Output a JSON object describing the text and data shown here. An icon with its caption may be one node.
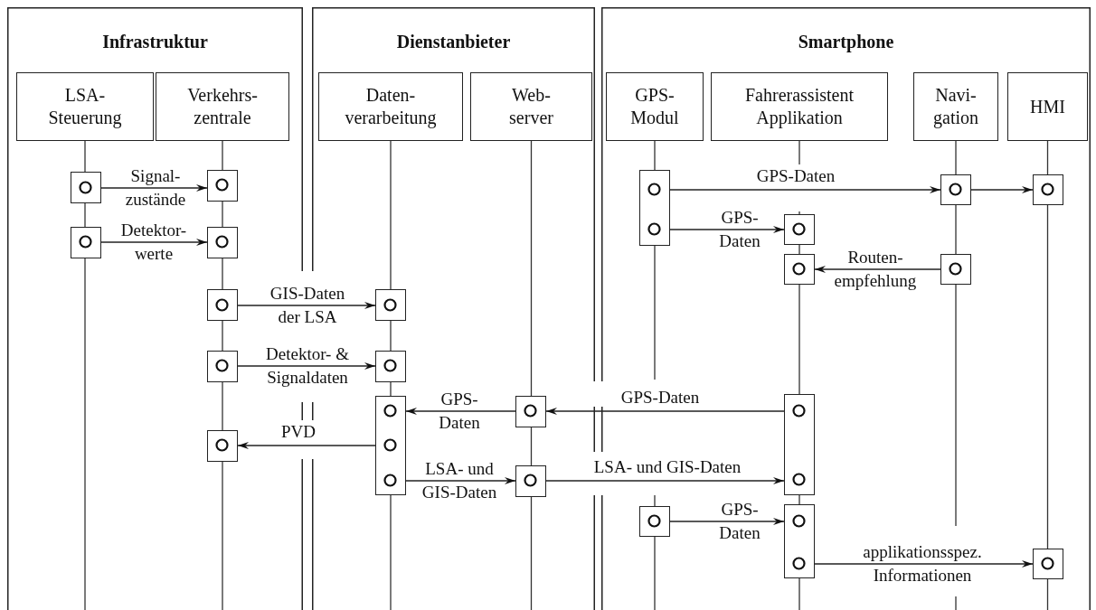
{
  "diagram": {
    "nodes": [
      {
        "text": [
          "Infrastruktur"
        ]
      },
      {
        "text": [
          "LSA- Steuerung"
        ],
        "in": 0
      },
      {
        "text": [
          "Verkehrs- zentrale"
        ],
        "in": 0
      },
      {
        "text": [
          "Dienstanbieter"
        ]
      },
      {
        "text": [
          "Daten- verarbeitung"
        ],
        "in": 3
      },
      {
        "text": [
          "Web- server"
        ],
        "in": 3
      },
      {
        "text": [
          "Smartphone"
        ]
      },
      {
        "text": [
          "GPS- Modul"
        ],
        "in": 6
      },
      {
        "text": [
          "Fahrerassistent Applikation"
        ],
        "in": 6
      },
      {
        "text": [
          "Navi- gation"
        ],
        "in": 6
      },
      {
        "text": [
          "HMI"
        ],
        "in": 6
      },
      {
        "text": [],
        "shape": "box",
        "in": 0
      },
      {
        "text": [],
        "shape": "box",
        "in": 0
      },
      {
        "text": [],
        "shape": "box",
        "in": 0
      },
      {
        "text": [],
        "shape": "box",
        "in": 0
      },
      {
        "text": [],
        "shape": "box",
        "in": 0
      },
      {
        "text": [],
        "shape": "box",
        "in": 0
      },
      {
        "text": [],
        "shape": "box",
        "in": 0
      },
      {
        "text": [],
        "shape": "box",
        "in": 3
      },
      {
        "text": [],
        "shape": "box",
        "in": 3
      },
      {
        "text": [],
        "shape": "box",
        "in": 3
      },
      {
        "text": [],
        "shape": "box",
        "in": 3
      },
      {
        "text": [],
        "shape": "box",
        "in": 3
      },
      {
        "text": [],
        "shape": "box",
        "in": 6
      },
      {
        "text": [],
        "shape": "box",
        "in": 6
      },
      {
        "text": [],
        "shape": "box",
        "in": 6
      },
      {
        "text": [],
        "shape": "box",
        "in": 6
      },
      {
        "text": [],
        "shape": "box",
        "in": 6
      },
      {
        "text": [],
        "shape": "box",
        "in": 6
      },
      {
        "text": [],
        "shape": "box",
        "in": 6
      },
      {
        "text": [],
        "shape": "box",
        "in": 6
      },
      {
        "text": [],
        "shape": "box",
        "in": 6
      },
      {
        "text": [],
        "shape": "box",
        "in": 6
      }
    ],
    "edges": [
      {
        "from": 11,
        "to": 12,
        "arrow": "to",
        "label": "Signal- zustände"
      },
      {
        "from": 13,
        "to": 14,
        "arrow": "to",
        "label": "Detektor- werte"
      },
      {
        "from": 15,
        "to": 18,
        "arrow": "to",
        "label": "GIS-Daten der LSA"
      },
      {
        "from": 16,
        "to": 19,
        "arrow": "to",
        "label": "Detektor- & Signaldaten"
      },
      {
        "from": 21,
        "to": 20,
        "arrow": "to",
        "label": "GPS- Daten"
      },
      {
        "from": 29,
        "to": 21,
        "arrow": "to",
        "label": "GPS-Daten"
      },
      {
        "from": 20,
        "to": 17,
        "arrow": "to",
        "label": "PVD"
      },
      {
        "from": 20,
        "to": 22,
        "arrow": "to",
        "label": "LSA- und GIS-Daten"
      },
      {
        "from": 22,
        "to": 29,
        "arrow": "to",
        "label": "LSA- und GIS-Daten"
      },
      {
        "from": 23,
        "to": 24,
        "arrow": "to",
        "label": "GPS-Daten"
      },
      {
        "from": 24,
        "to": 25,
        "arrow": "to"
      },
      {
        "from": 23,
        "to": 26,
        "arrow": "to",
        "label": "GPS- Daten"
      },
      {
        "from": 28,
        "to": 27,
        "arrow": "to",
        "label": "Routen- empfehlung"
      },
      {
        "from": 30,
        "to": 31,
        "arrow": "to",
        "label": "GPS- Daten"
      },
      {
        "from": 31,
        "to": 32,
        "arrow": "to",
        "label": "applikationsspez. Informationen"
      }
    ]
  }
}
